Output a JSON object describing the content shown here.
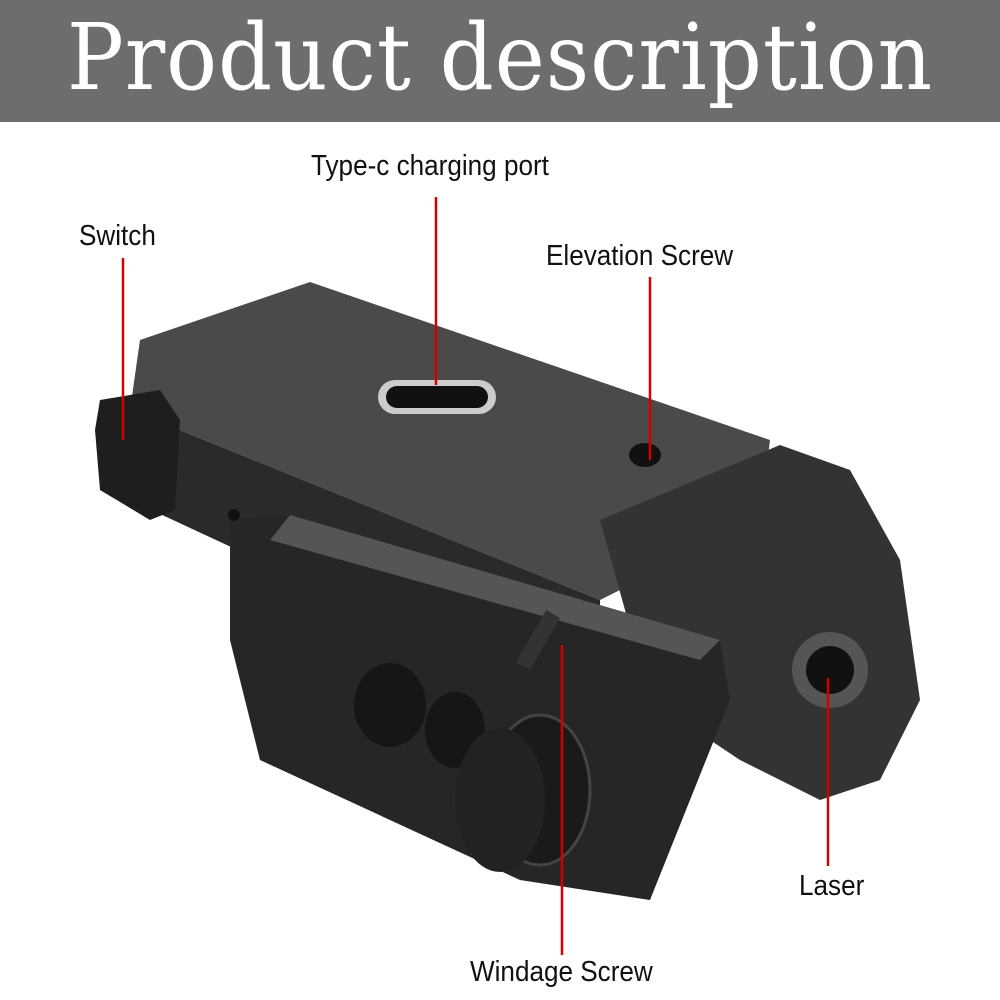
{
  "header": {
    "title": "Product description"
  },
  "labels": {
    "switch": "Switch",
    "type_c": "Type-c charging port",
    "elevation": "Elevation Screw",
    "laser": "Laser",
    "windage": "Windage Screw"
  },
  "colors": {
    "header_bg": "#6d6d6d",
    "leader_line": "#d00000",
    "device": "#2b2b2b"
  }
}
